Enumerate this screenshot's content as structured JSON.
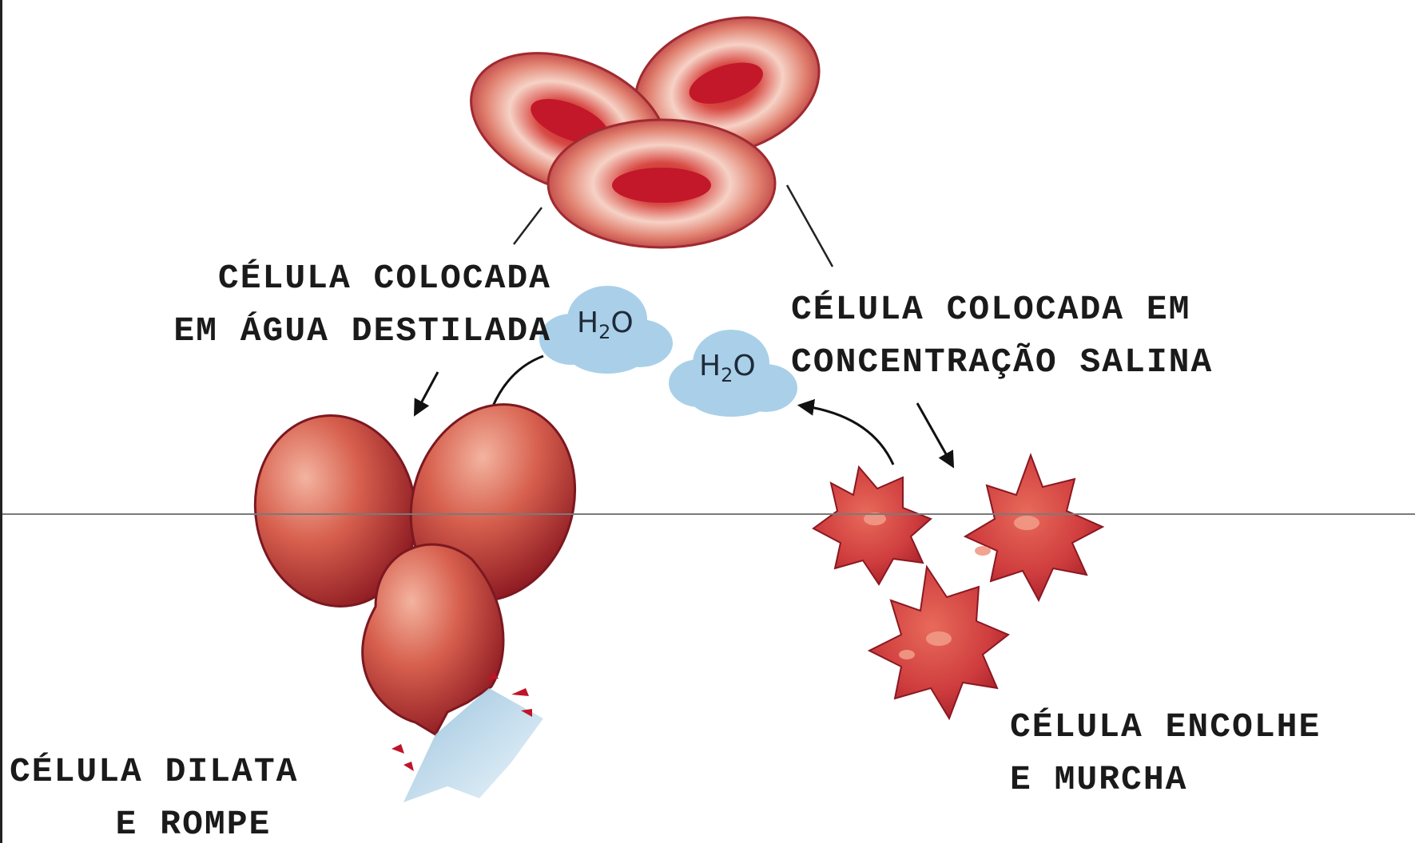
{
  "labels": {
    "distilled": [
      "CÉLULA COLOCADA",
      "EM ÁGUA DESTILADA"
    ],
    "saline": [
      "CÉLULA COLOCADA EM",
      "CONCENTRAÇÃO SALINA"
    ],
    "burst": [
      "CÉLULA DILATA",
      "E ROMPE"
    ],
    "shrink": [
      "CÉLULA ENCOLHE",
      "E MURCHA"
    ]
  },
  "water": {
    "base": "H",
    "sub": "2",
    "end": "O"
  },
  "colors": {
    "cell": "#d65a4a",
    "cell_dark": "#b0202a",
    "cell_light": "#f3c0b0",
    "water": "#a9d0e8"
  }
}
